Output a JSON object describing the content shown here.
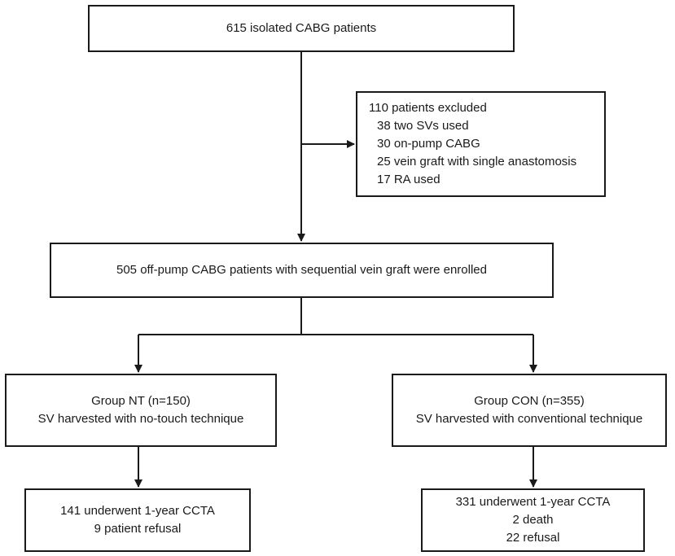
{
  "nodes": {
    "start": {
      "lines": [
        "615 isolated CABG patients"
      ]
    },
    "excluded": {
      "title": "110 patients excluded",
      "items": [
        "38 two SVs used",
        "30 on-pump CABG",
        "25 vein graft with single anastomosis",
        "17 RA used"
      ]
    },
    "enrolled": {
      "lines": [
        "505 off-pump CABG patients with sequential vein graft were enrolled"
      ]
    },
    "group_nt": {
      "lines": [
        "Group NT (n=150)",
        "SV harvested with no-touch technique"
      ]
    },
    "group_con": {
      "lines": [
        "Group CON (n=355)",
        "SV harvested with conventional technique"
      ]
    },
    "nt_followup": {
      "lines": [
        "141 underwent 1-year CCTA",
        "9 patient refusal"
      ]
    },
    "con_followup": {
      "lines": [
        "331 underwent 1-year CCTA",
        "2 death",
        "22 refusal"
      ]
    }
  },
  "edges": [
    {
      "from": "start",
      "to": "enrolled"
    },
    {
      "from": "start",
      "to": "excluded"
    },
    {
      "from": "enrolled",
      "to": "group_nt"
    },
    {
      "from": "enrolled",
      "to": "group_con"
    },
    {
      "from": "group_nt",
      "to": "nt_followup"
    },
    {
      "from": "group_con",
      "to": "con_followup"
    }
  ]
}
